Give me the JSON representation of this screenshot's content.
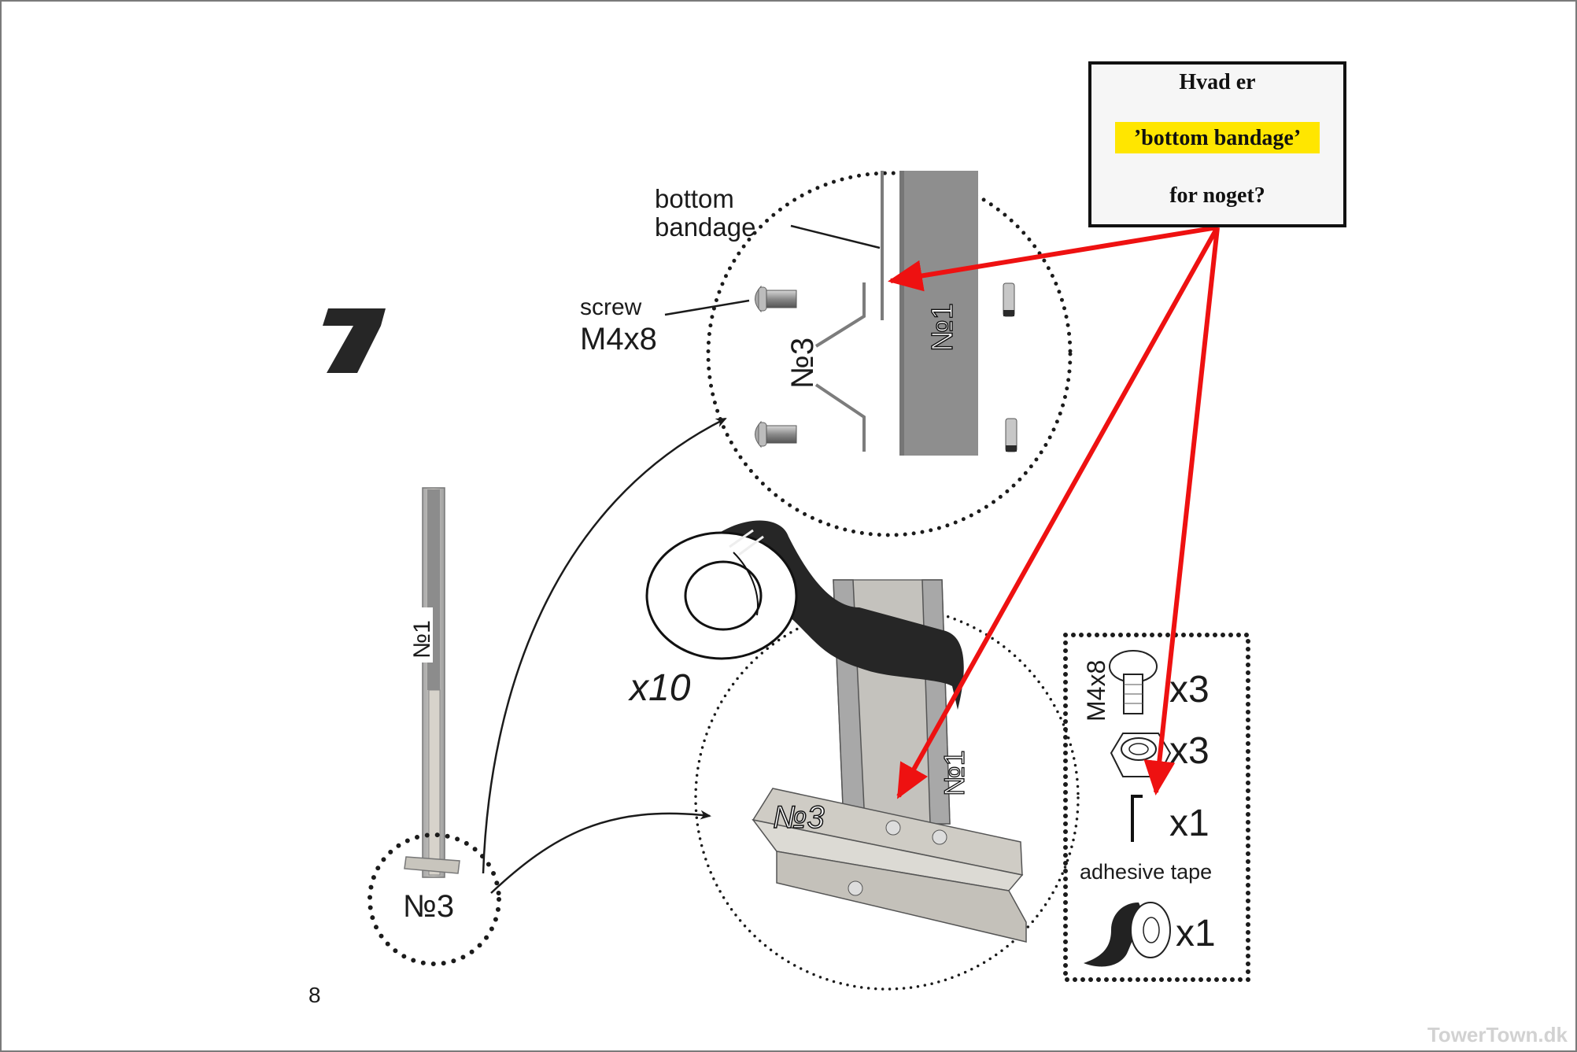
{
  "page": {
    "step_number": "7",
    "page_number": "8",
    "watermark": "TowerTown.dk"
  },
  "callout": {
    "line1": "Hvad er",
    "highlight": "’bottom bandage’",
    "line3": "for noget?",
    "highlight_color": "#ffe600",
    "arrow_color": "#ee1111"
  },
  "detail_top": {
    "label_bottom_bandage_line1": "bottom",
    "label_bottom_bandage_line2": "bandage",
    "label_screw": "screw",
    "label_screw_size": "M4x8",
    "part_1": "№1",
    "part_3": "№3"
  },
  "detail_bottom": {
    "tape_count": "x10",
    "part_1": "№1",
    "part_3": "№3"
  },
  "overview": {
    "part_1": "№1",
    "part_3": "№3"
  },
  "parts_list": {
    "screw_size": "M4x8",
    "screw_qty": "x3",
    "nut_qty": "x3",
    "bandage_qty": "x1",
    "tape_label": "adhesive tape",
    "tape_qty": "x1"
  }
}
